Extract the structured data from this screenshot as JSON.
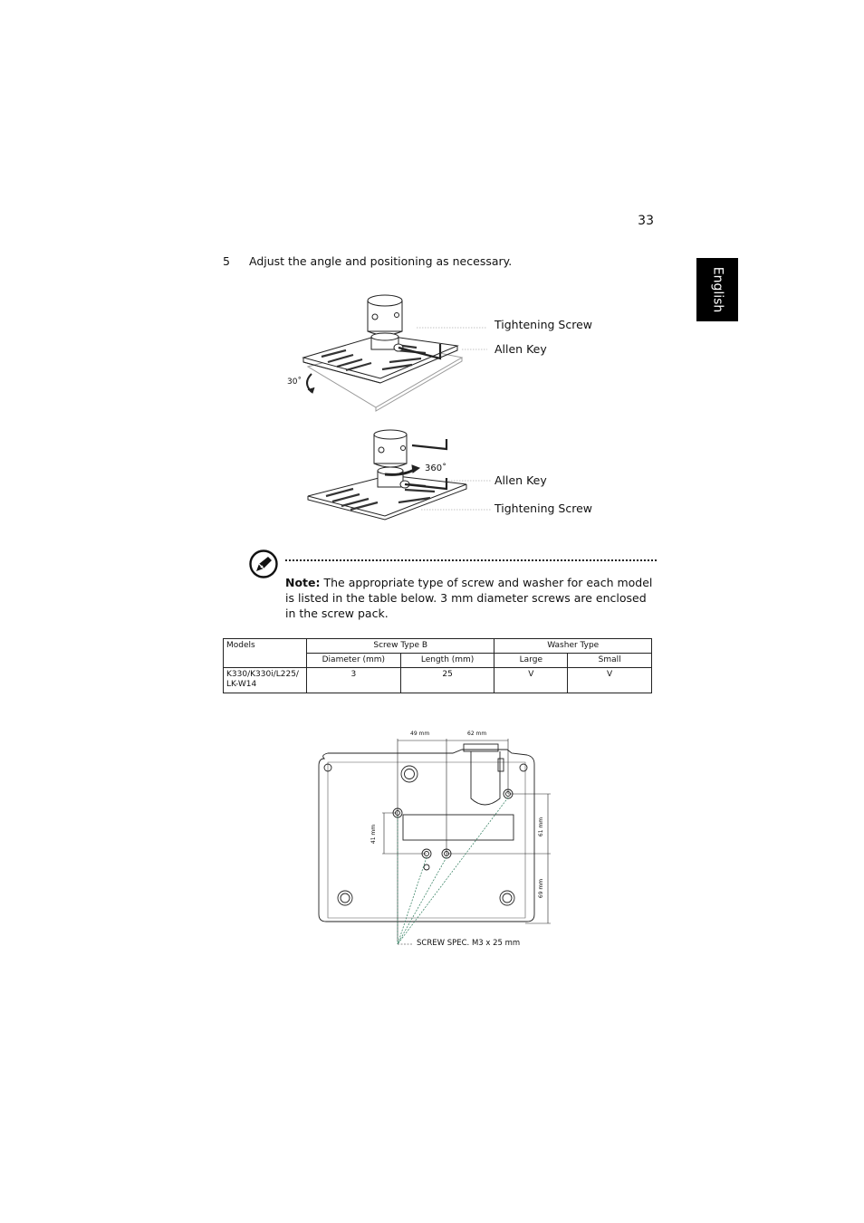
{
  "page": {
    "number": "33",
    "language_tab": "English"
  },
  "step": {
    "number": "5",
    "text": "Adjust the angle and positioning as necessary."
  },
  "figure_top": {
    "callouts": {
      "tightening_screw": "Tightening Screw",
      "allen_key": "Allen Key"
    },
    "angle_label": "30˚"
  },
  "figure_middle": {
    "callouts": {
      "allen_key": "Allen Key",
      "tightening_screw": "Tightening Screw"
    },
    "rotation_label": "360˚"
  },
  "note": {
    "label": "Note:",
    "text": "The appropriate type of screw and washer for each model is listed in the table below. 3 mm diameter screws are enclosed in the screw pack."
  },
  "table": {
    "col_models": "Models",
    "group_screw": "Screw Type B",
    "group_washer": "Washer Type",
    "sub_diameter": "Diameter (mm)",
    "sub_length": "Length (mm)",
    "sub_large": "Large",
    "sub_small": "Small",
    "rows": [
      {
        "model_line1": "K330/K330i/L225/",
        "model_line2": "LK-W14",
        "diameter": "3",
        "length": "25",
        "large": "V",
        "small": "V"
      }
    ]
  },
  "figure_bottom": {
    "dims": {
      "d49": "49 mm",
      "d62": "62 mm",
      "d41": "41 mm",
      "d61": "61 mm",
      "d69": "69 mm"
    },
    "screw_spec": "SCREW SPEC. M3 x 25 mm"
  }
}
